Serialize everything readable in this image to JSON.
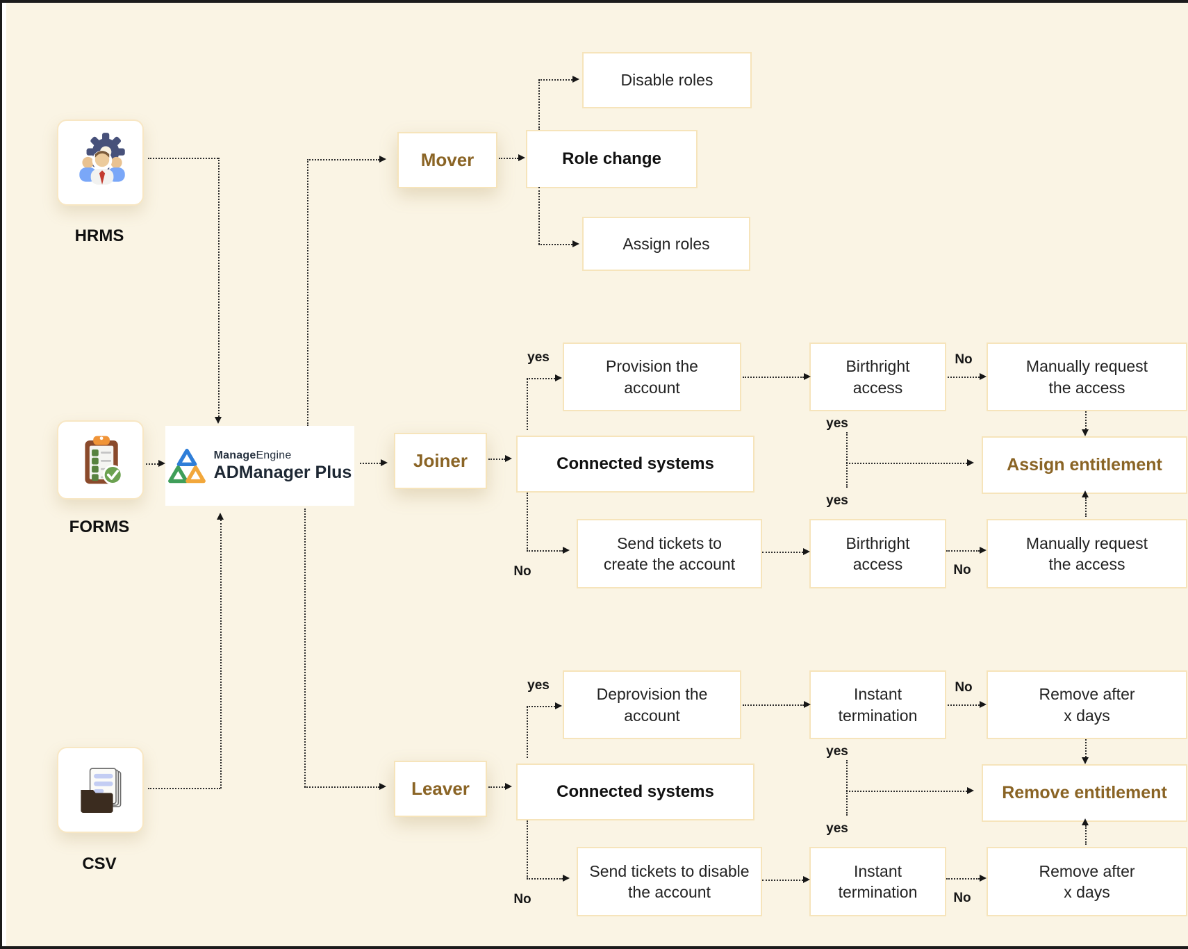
{
  "colors": {
    "background": "#faf4e4",
    "box_border": "#f6e4bb",
    "accent_text": "#8a6425",
    "connector": "#2c2c2c",
    "logo_blue": "#2f7ed8",
    "logo_green": "#3f9e59",
    "logo_orange": "#f2a73b"
  },
  "sources": {
    "hrms": {
      "label": "HRMS"
    },
    "forms": {
      "label": "FORMS"
    },
    "csv": {
      "label": "CSV"
    }
  },
  "hub": {
    "brand_bold": "Manage",
    "brand_light": "Engine",
    "product": "ADManager Plus"
  },
  "nodes": {
    "mover": "Mover",
    "role_change": "Role change",
    "disable_roles": "Disable roles",
    "assign_roles": "Assign roles",
    "joiner": "Joiner",
    "connected_systems_joiner": "Connected systems",
    "provision": "Provision the\naccount",
    "birthright_top": "Birthright\naccess",
    "manually_request_top": "Manually request\nthe access",
    "assign_entitlement": "Assign entitlement",
    "send_tickets_create": "Send tickets to\ncreate the account",
    "birthright_bottom": "Birthright\naccess",
    "manually_request_bottom": "Manually request\nthe access",
    "leaver": "Leaver",
    "connected_systems_leaver": "Connected systems",
    "deprovision": "Deprovision the\naccount",
    "instant_termination_top": "Instant\ntermination",
    "remove_after_top": "Remove after\nx days",
    "remove_entitlement": "Remove entitlement",
    "send_tickets_disable": "Send tickets to disable\nthe account",
    "instant_termination_bottom": "Instant\ntermination",
    "remove_after_bottom": "Remove after\nx days"
  },
  "edge_labels": {
    "yes": "yes",
    "no": "No"
  }
}
